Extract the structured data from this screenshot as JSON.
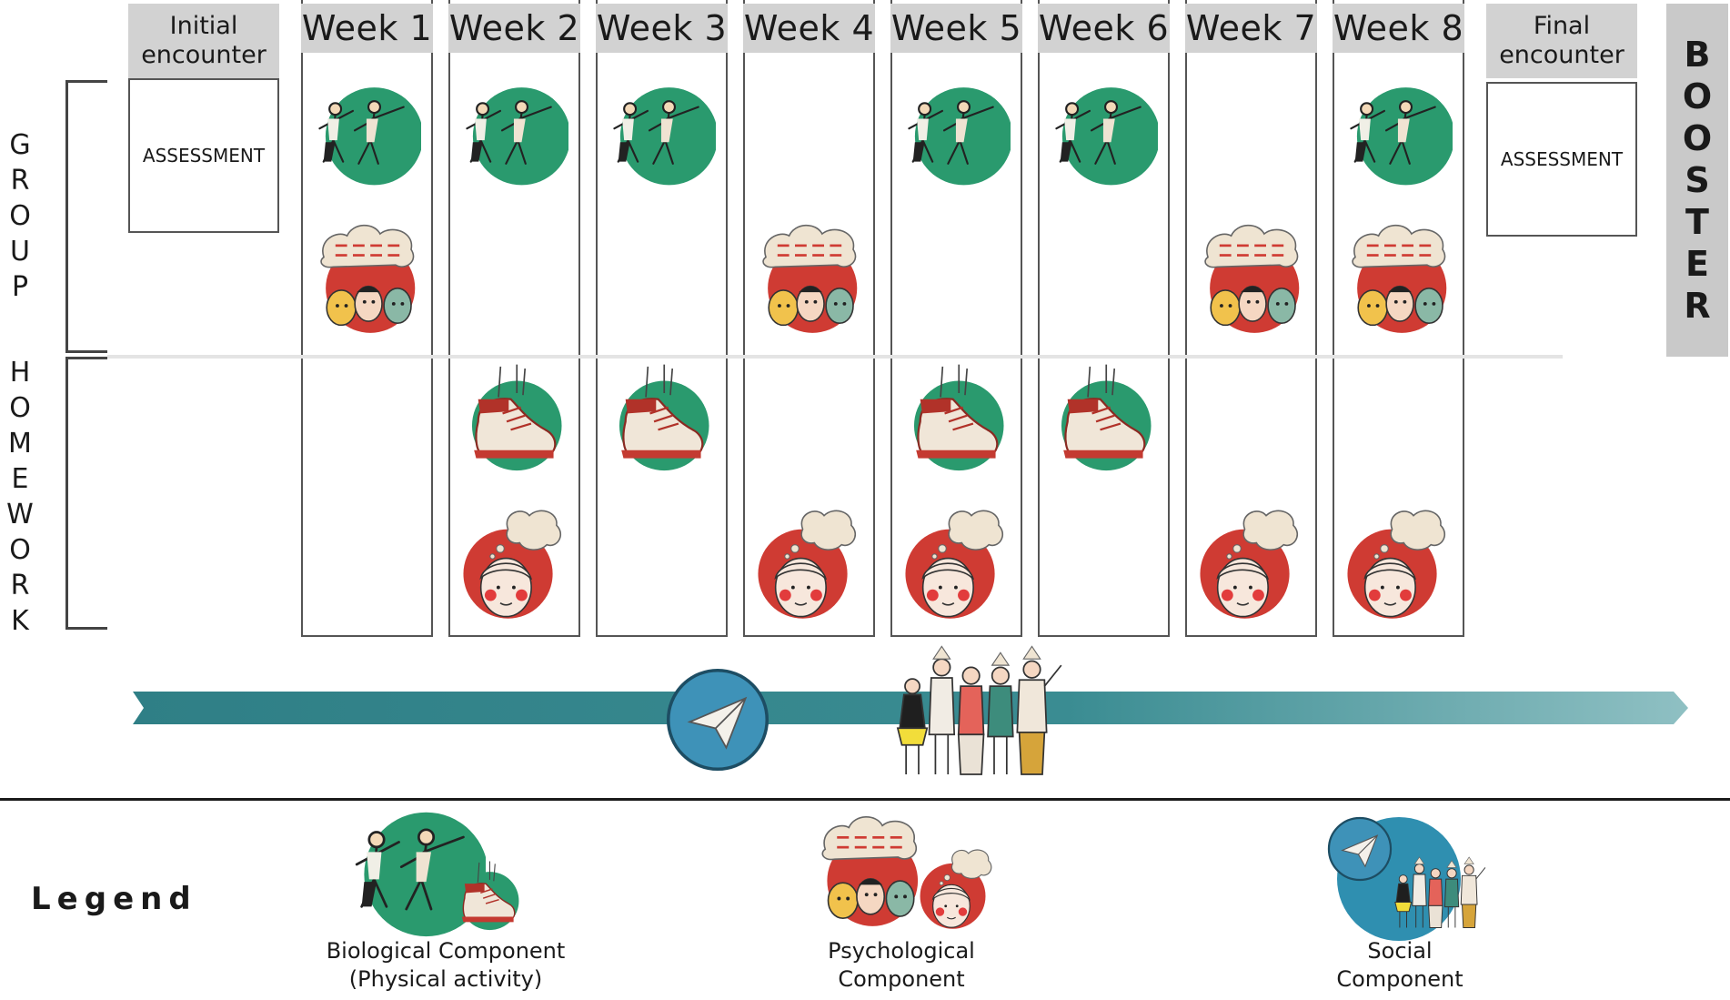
{
  "columns": {
    "initial": {
      "label_line1": "Initial",
      "label_line2": "encounter",
      "box": "ASSESSMENT"
    },
    "weeks": [
      "Week 1",
      "Week 2",
      "Week 3",
      "Week 4",
      "Week 5",
      "Week 6",
      "Week 7",
      "Week 8"
    ],
    "final": {
      "label_line1": "Final",
      "label_line2": "encounter",
      "box": "ASSESSMENT"
    }
  },
  "side_labels": {
    "group": [
      "G",
      "R",
      "O",
      "U",
      "P"
    ],
    "homework": [
      "H",
      "O",
      "M",
      "E",
      "W",
      "O",
      "R",
      "K"
    ]
  },
  "booster": [
    "B",
    "O",
    "O",
    "S",
    "T",
    "E",
    "R"
  ],
  "schedule": {
    "group_biological": [
      1,
      2,
      3,
      5,
      6,
      8
    ],
    "group_psychological": [
      1,
      4,
      7,
      8
    ],
    "homework_biological": [
      2,
      3,
      5,
      6
    ],
    "homework_psychological": [
      2,
      4,
      5,
      7,
      8
    ]
  },
  "legend": {
    "title": "Legend",
    "biological": {
      "line1": "Biological Component",
      "line2": "(Physical activity)"
    },
    "psychological": {
      "line1": "Psychological",
      "line2": "Component"
    },
    "social": {
      "line1": "Social",
      "line2": "Component"
    }
  },
  "colors": {
    "biological": "#2a9a6e",
    "psychological": "#cf3b33",
    "social": "#2f8fb0",
    "timeline": "#2f7f86",
    "header": "#d2d2d2"
  },
  "icons": {
    "biological_group": "dancing-people-icon",
    "psychological_group": "thought-cloud-faces-icon",
    "biological_homework": "sneaker-icon",
    "psychological_homework": "thinking-face-icon",
    "social": "paper-plane-icon"
  }
}
